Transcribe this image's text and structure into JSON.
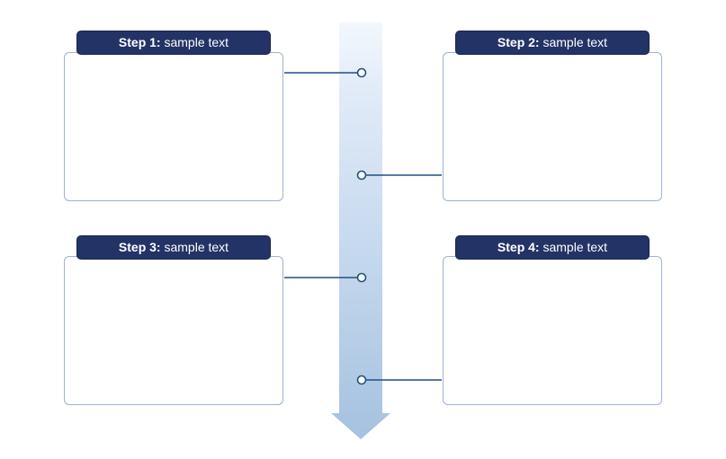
{
  "colors": {
    "tab_background": "#243366",
    "tab_text": "#ffffff",
    "box_border": "#9db2d2",
    "connector": "#1f4f86",
    "arrow_top": "#e6effb",
    "arrow_bottom": "#a7c4e2"
  },
  "steps": [
    {
      "label": "Step 1:",
      "text": "sample text"
    },
    {
      "label": "Step 2:",
      "text": "sample text"
    },
    {
      "label": "Step 3:",
      "text": "sample text"
    },
    {
      "label": "Step 4:",
      "text": "sample text"
    }
  ]
}
